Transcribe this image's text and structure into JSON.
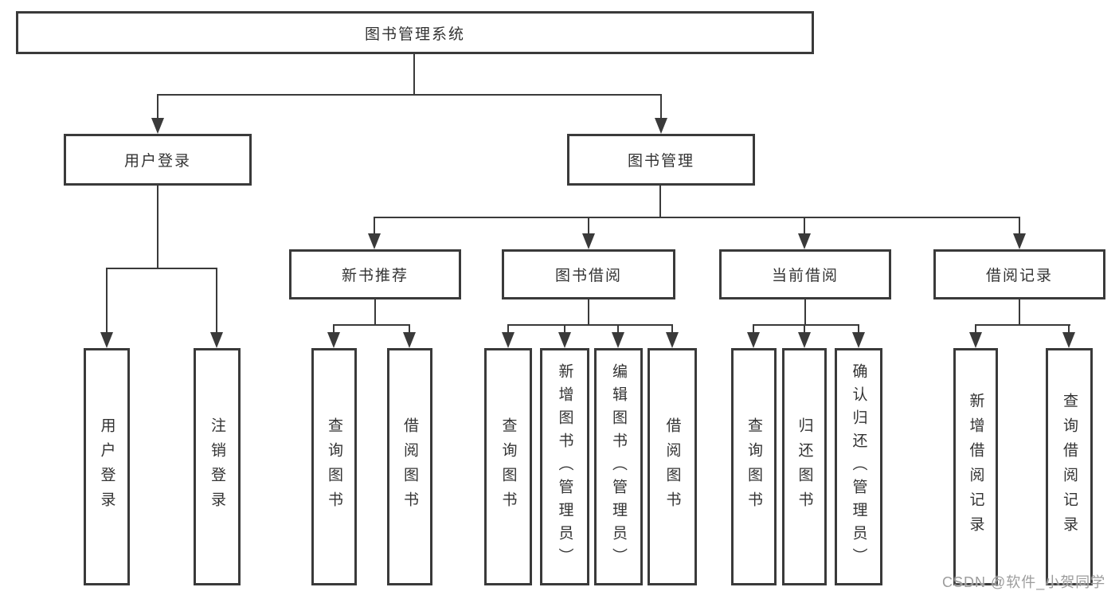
{
  "diagram": {
    "root": {
      "label": "图书管理系统"
    },
    "branches": {
      "user_login": {
        "label": "用户登录",
        "children": {
          "login": "用户登录",
          "logout": "注销登录"
        }
      },
      "book_mgmt": {
        "label": "图书管理",
        "sections": {
          "new_books": {
            "label": "新书推荐",
            "children": {
              "query": "查询图书",
              "borrow": "借阅图书"
            }
          },
          "borrowing": {
            "label": "图书借阅",
            "children": {
              "query": "查询图书",
              "add": "新增图书（管理员）",
              "edit": "编辑图书（管理员）",
              "borrow": "借阅图书"
            }
          },
          "current": {
            "label": "当前借阅",
            "children": {
              "query": "查询图书",
              "return": "归还图书",
              "confirm": "确认归还（管理员）"
            }
          },
          "records": {
            "label": "借阅记录",
            "children": {
              "add": "新增借阅记录",
              "query": "查询借阅记录"
            }
          }
        }
      }
    }
  },
  "watermark": "CSDN @软件_小贺同学",
  "colors": {
    "line": "#3a3a3a",
    "text": "#333333",
    "watermark": "#9c9c9c",
    "background": "#ffffff"
  }
}
